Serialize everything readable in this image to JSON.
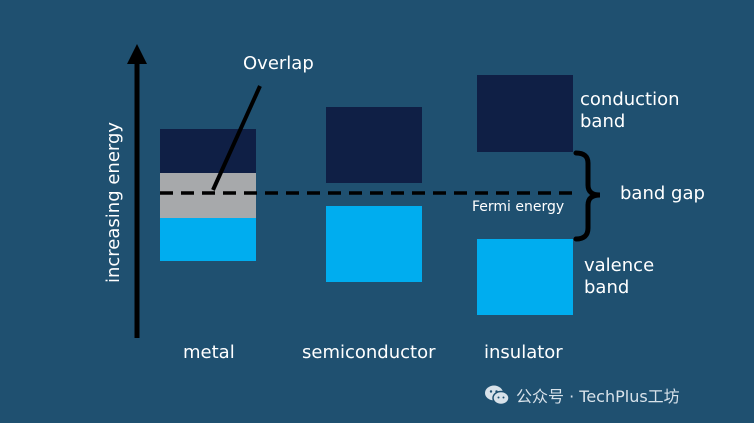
{
  "diagram": {
    "axis_label": "increasing energy",
    "overlap_label": "Overlap",
    "fermi_label": "Fermi energy",
    "band_gap_label": "band gap",
    "conduction_label_1": "conduction",
    "conduction_label_2": "band",
    "valence_label_1": "valence",
    "valence_label_2": "band",
    "categories": [
      "metal",
      "semiconductor",
      "insulator"
    ]
  },
  "colors": {
    "background": "#1f5070",
    "conduction_band": "#0f1f45",
    "valence_band": "#00adef",
    "overlap_band": "#a7a9ab"
  },
  "watermark": {
    "icon": "wechat-icon",
    "text": "公众号 · TechPlus工坊"
  }
}
